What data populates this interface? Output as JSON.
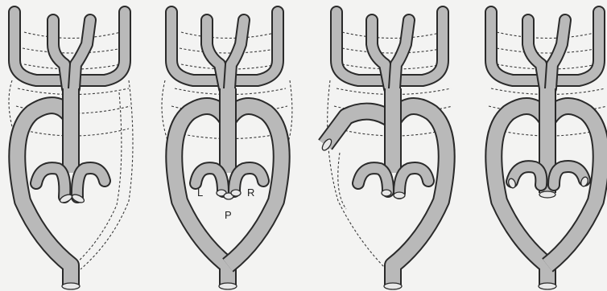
{
  "diagram": {
    "labels": {
      "left": "L",
      "right": "R",
      "pulmonary": "P"
    },
    "colors": {
      "background": "#f3f3f2",
      "vessel_wall": "#2a2a2a",
      "vessel_lumen": "#b9b9b9",
      "dashed_line": "#3a3a3a"
    },
    "panels": [
      {
        "variant": "left-arch-with-crossed-trunks"
      },
      {
        "variant": "labeled-double-arch"
      },
      {
        "variant": "interrupted-left-arch"
      },
      {
        "variant": "complete-double-arch"
      }
    ]
  }
}
